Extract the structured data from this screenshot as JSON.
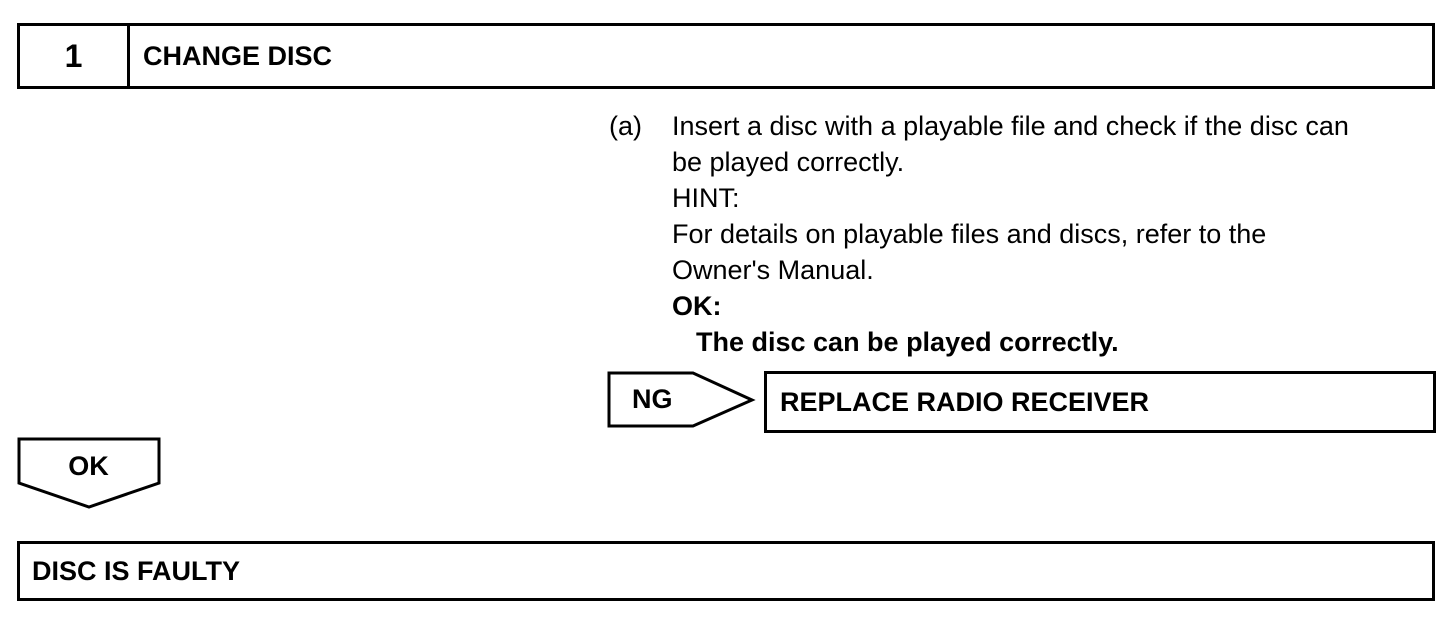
{
  "step": {
    "number": "1",
    "title": "CHANGE DISC"
  },
  "instruction": {
    "label": "(a)",
    "lines": [
      "Insert a disc with a playable file and check if the disc can",
      "be played correctly."
    ],
    "hint_label": "HINT:",
    "hint_lines": [
      "For details on playable files and discs, refer to the",
      "Owner's Manual."
    ],
    "ok_label": "OK:",
    "ok_result": "The disc can be played correctly."
  },
  "ng_branch": {
    "label": "NG",
    "result": "REPLACE RADIO RECEIVER"
  },
  "ok_branch": {
    "label": "OK"
  },
  "final_result": "DISC IS FAULTY"
}
